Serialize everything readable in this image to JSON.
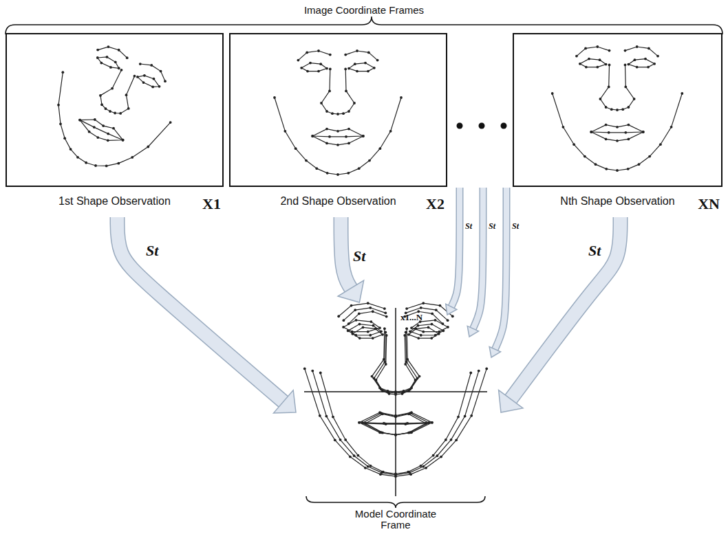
{
  "diagram": {
    "title": "Image Coordinate Frames",
    "nodes": [
      {
        "text": [
          "X1",
          "1st Shape Observation"
        ]
      },
      {
        "text": [
          "X2",
          "2nd Shape Observation"
        ]
      },
      {
        "text": [
          "XN",
          "Nth Shape Observation"
        ]
      },
      {
        "text": [
          "x1...N",
          "Model Coordinate Frame"
        ]
      }
    ],
    "edges": [
      {
        "from": 0,
        "to": 3,
        "arrow": "to",
        "label": "St"
      },
      {
        "from": 1,
        "to": 3,
        "arrow": "to",
        "label": "St"
      },
      {
        "from": 2,
        "to": 3,
        "arrow": "to",
        "label": "St"
      }
    ],
    "labels": [
      "St",
      "St",
      "St"
    ]
  }
}
